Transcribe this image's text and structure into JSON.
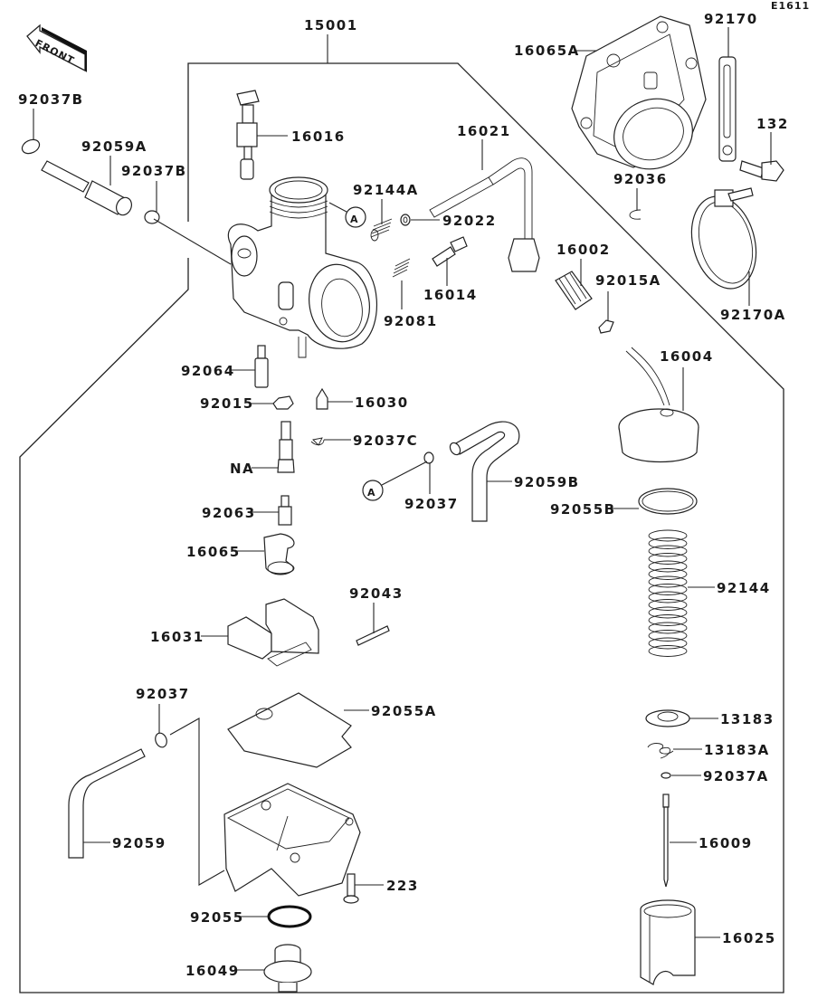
{
  "diagram": {
    "title": "Carburetor exploded parts diagram",
    "figure_code": "E1611",
    "front_arrow_label": "FRONT",
    "assembly_number": "15001",
    "reference_marker": "A",
    "parts": {
      "p15001": "15001",
      "p16065A": "16065A",
      "p92170": "92170",
      "p132": "132",
      "p92036": "92036",
      "p92170A": "92170A",
      "p92037B_1": "92037B",
      "p92059A": "92059A",
      "p92037B_2": "92037B",
      "p16016": "16016",
      "p16021": "16021",
      "p92144A": "92144A",
      "p92022": "92022",
      "p16014": "16014",
      "p92081": "92081",
      "p16002": "16002",
      "p92015A": "92015A",
      "p16004": "16004",
      "p92064": "92064",
      "p92015": "92015",
      "p16030": "16030",
      "p92037C": "92037C",
      "pNA": "NA",
      "p92037_1": "92037",
      "p92059B": "92059B",
      "p92063": "92063",
      "p92055B": "92055B",
      "p16065": "16065",
      "p92144": "92144",
      "p92043": "92043",
      "p16031": "16031",
      "p92037_2": "92037",
      "p92055A": "92055A",
      "p13183": "13183",
      "p13183A": "13183A",
      "p92037A": "92037A",
      "p92059": "92059",
      "p16009": "16009",
      "p223": "223",
      "p92055": "92055",
      "p16025": "16025",
      "p16049": "16049"
    }
  }
}
